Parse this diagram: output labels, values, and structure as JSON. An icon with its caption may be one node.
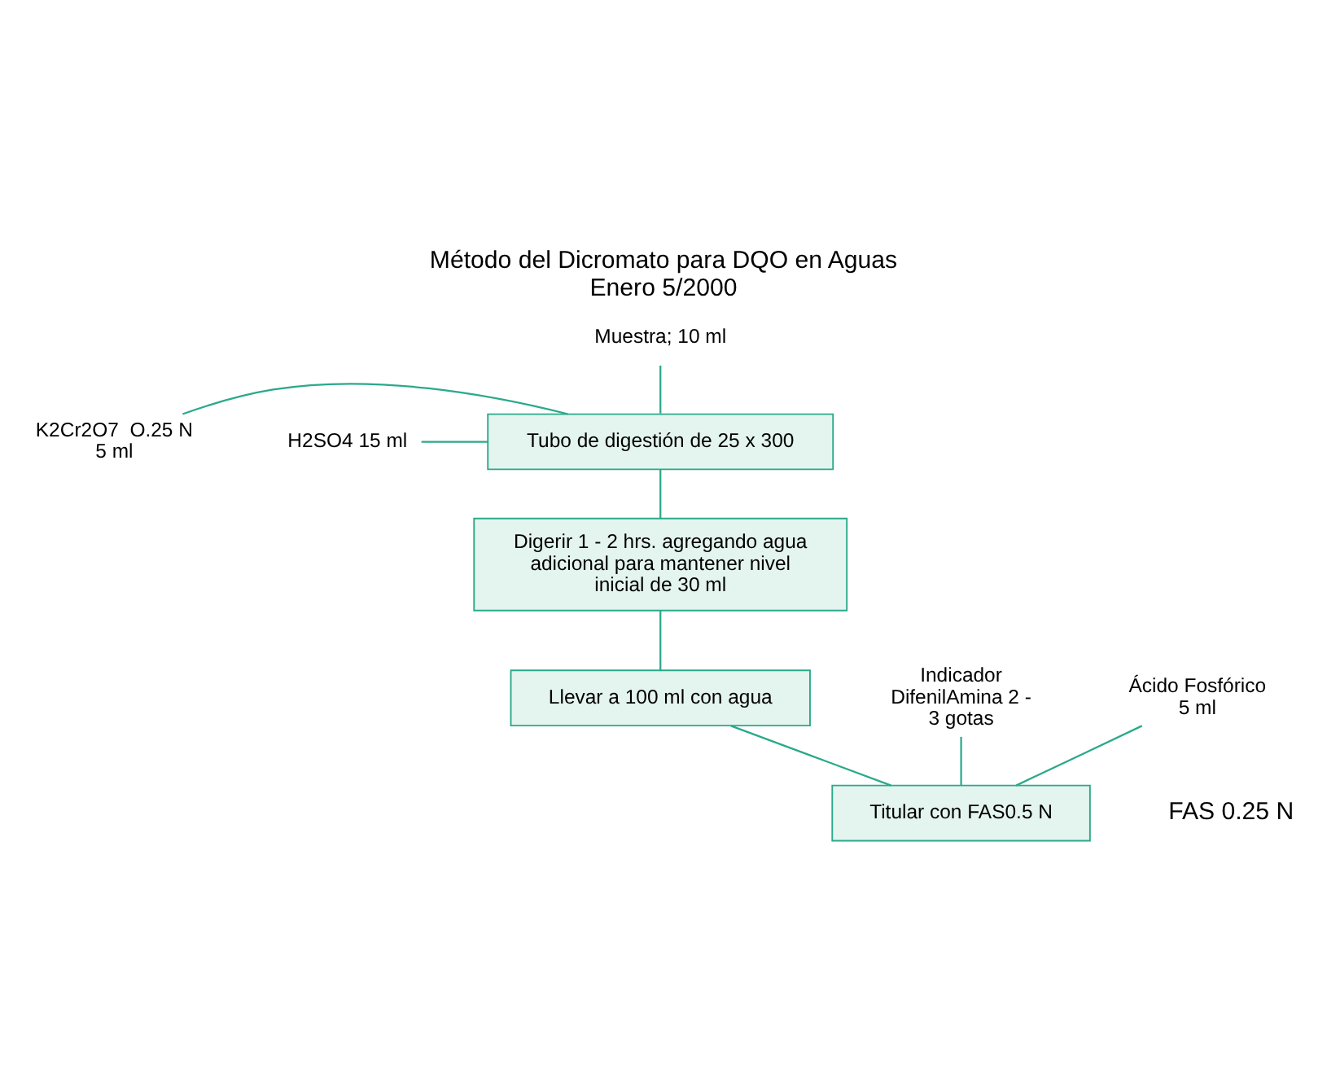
{
  "diagram": {
    "title": "Método del Dicromato para DQO en Aguas Enero 5/2000",
    "nodes": [
      {
        "text": [
          "Muestra; 10 ml"
        ]
      },
      {
        "text": [
          "K2Cr2O7  O.25 N 5 ml"
        ]
      },
      {
        "text": [
          "H2SO4 15 ml"
        ]
      },
      {
        "text": [
          "Tubo de digestión de 25 x 300"
        ]
      },
      {
        "text": [
          "Digerir 1 - 2 hrs. agregando agua adicional para mantener nivel inicial de 30 ml"
        ]
      },
      {
        "text": [
          "Llevar a 100 ml con agua"
        ]
      },
      {
        "text": [
          "Indicador DifenilAmina 2 - 3 gotas"
        ]
      },
      {
        "text": [
          "Ácido Fosfórico 5 ml"
        ]
      },
      {
        "text": [
          "Titular con FAS0.5 N"
        ]
      }
    ],
    "edges": [
      {
        "from": 0,
        "to": 3,
        "arrow": "none"
      },
      {
        "from": 1,
        "to": 3,
        "arrow": "none"
      },
      {
        "from": 2,
        "to": 3,
        "arrow": "none"
      },
      {
        "from": 3,
        "to": 4,
        "arrow": "none"
      },
      {
        "from": 4,
        "to": 5,
        "arrow": "none"
      },
      {
        "from": 5,
        "to": 8,
        "arrow": "none"
      },
      {
        "from": 6,
        "to": 8,
        "arrow": "none"
      },
      {
        "from": 7,
        "to": 8,
        "arrow": "none"
      }
    ],
    "labels": [
      "FAS 0.25 N"
    ]
  }
}
